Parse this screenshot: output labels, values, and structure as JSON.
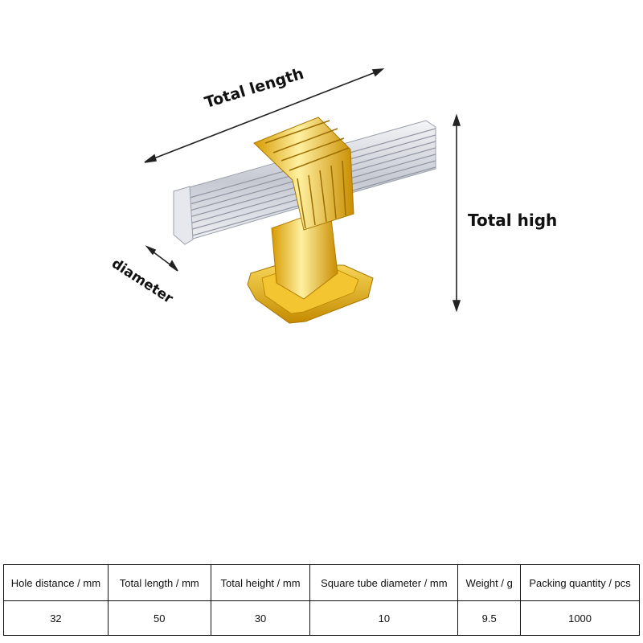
{
  "labels": {
    "total_length": "Total length",
    "total_high": "Total high",
    "diameter": "diameter"
  },
  "product_image": {
    "subject": "knob",
    "colors": {
      "chrome": "#c9ccd4",
      "gold": "#e8b400"
    }
  },
  "specs_table": {
    "headers": [
      "Hole distance / mm",
      "Total length / mm",
      "Total height / mm",
      "Square tube diameter / mm",
      "Weight / g",
      "Packing quantity / pcs"
    ],
    "row": [
      "32",
      "50",
      "30",
      "10",
      "9.5",
      "1000"
    ]
  }
}
